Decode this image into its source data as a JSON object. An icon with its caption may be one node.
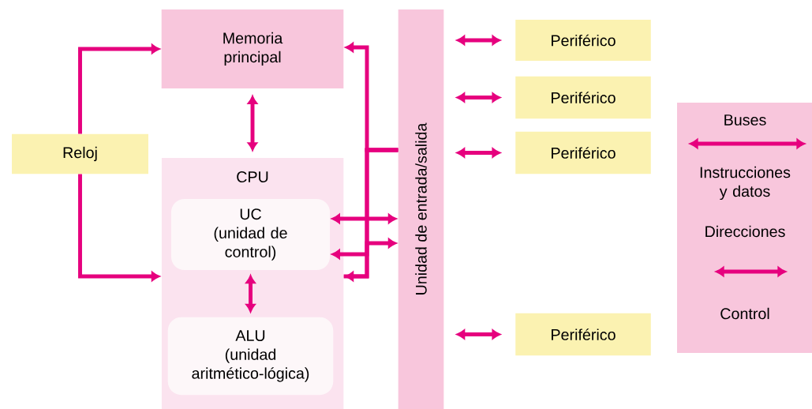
{
  "diagram": {
    "nodes": [
      {
        "text": [
          "Memoria principal"
        ]
      },
      {
        "text": [
          "Reloj"
        ]
      },
      {
        "text": [
          "CPU"
        ]
      },
      {
        "text": [
          "UC",
          "(unidad de control)"
        ],
        "in": 2
      },
      {
        "text": [
          "ALU",
          "(unidad aritmético-lógica)"
        ],
        "in": 2
      },
      {
        "text": [
          "Unidad de entrada/salida"
        ]
      },
      {
        "text": [
          "Periférico"
        ]
      },
      {
        "text": [
          "Periférico"
        ]
      },
      {
        "text": [
          "Periférico"
        ]
      },
      {
        "text": [
          "Periférico"
        ]
      }
    ],
    "edges": [
      {
        "from": 1,
        "to": 0,
        "arrow": "to"
      },
      {
        "from": 1,
        "to": 2,
        "arrow": "to"
      },
      {
        "from": 0,
        "to": 2,
        "arrow": "both"
      },
      {
        "from": 3,
        "to": 4,
        "arrow": "both"
      },
      {
        "from": 5,
        "to": 0,
        "arrow": "to"
      },
      {
        "from": 5,
        "to": 3,
        "arrow": "to"
      },
      {
        "from": 5,
        "to": 2,
        "arrow": "to"
      },
      {
        "from": 3,
        "to": 5,
        "arrow": "both"
      },
      {
        "from": 2,
        "to": 5,
        "arrow": "to"
      },
      {
        "from": 5,
        "to": 6,
        "arrow": "both"
      },
      {
        "from": 5,
        "to": 7,
        "arrow": "both"
      },
      {
        "from": 5,
        "to": 8,
        "arrow": "both"
      },
      {
        "from": 5,
        "to": 9,
        "arrow": "both"
      }
    ],
    "labels": [
      "Buses"
    ],
    "legend": [
      {
        "text": "Instrucciones y datos"
      },
      {
        "text": "Direcciones"
      },
      {
        "text": "Control"
      }
    ]
  }
}
